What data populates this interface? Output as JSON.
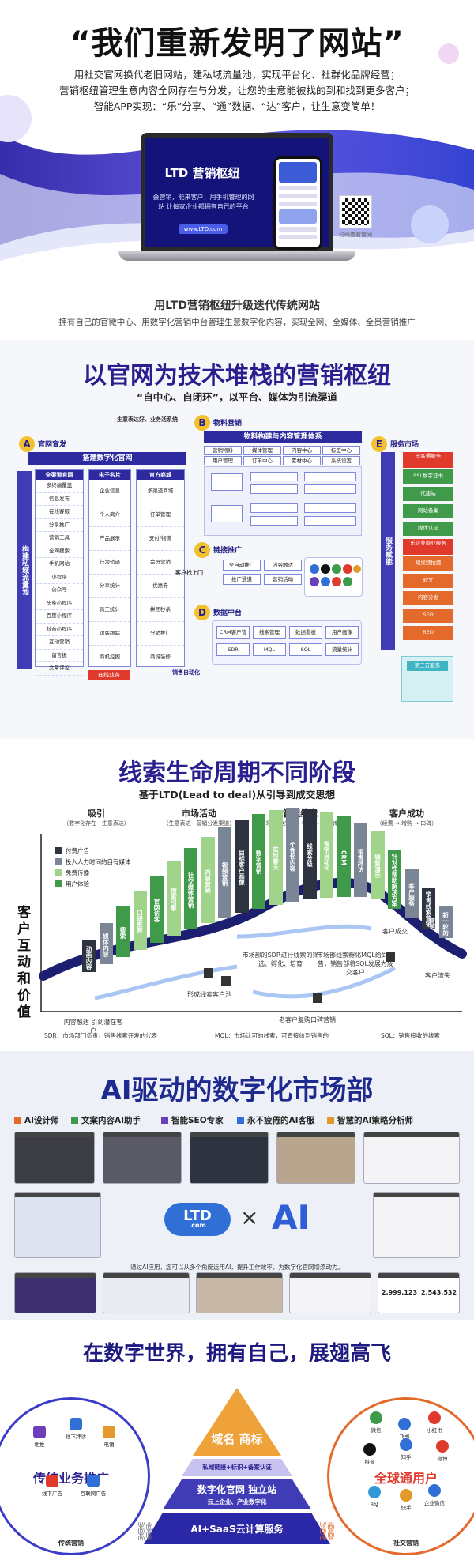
{
  "hero": {
    "title": "“我们重新发明了网站”",
    "intro": [
      "用社交官网换代老旧网站，建私域流量池，实现平台化、社群化品牌经营；",
      "营销枢纽管理生意内容全网存在与分发，让您的生意能被找的到和找到更多客户；",
      "智能APP实现：“乐”分享、“通”数据、“达”客户，让生意变简单！"
    ],
    "screen_title": "LTD 营销枢纽",
    "screen_sub": "会营销，能来客户，用手机管理的网站 让每家企业都拥有自己的平台",
    "screen_url": "www.LTD.com",
    "qr_caption": "扫码查看官网",
    "caption": "用LTD营销枢纽升级迭代传统网站",
    "caption_sub": "拥有自己的官微中心、用数字化营销中台管理生意数字化内容，实现全网、全媒体、全员营销推广"
  },
  "arch": {
    "title": "以官网为技术堆栈的营销枢纽",
    "tagline": "“自中心、自闭环”，以平台、媒体为引流渠道",
    "a_label": "官网宣发",
    "a_header": "搭建数字化官网",
    "a_cols": [
      {
        "title": "全渠道官网",
        "items": [
          "多终端覆盖",
          "信息发布",
          "在线客服",
          "分享推广",
          "营销工具",
          "全网搜索",
          "手机网站",
          "小程序",
          "公众号",
          "头条小程序",
          "百度小程序",
          "抖音小程序",
          "互动营销",
          "留言板",
          "文章评论"
        ]
      },
      {
        "title": "电子名片",
        "items": [
          "企业信息",
          "个人简介",
          "产品展示",
          "行为轨迹",
          "分享统计",
          "员工统计",
          "访客跟踪",
          "商机挖掘"
        ]
      },
      {
        "title": "官方商城",
        "items": [
          "多渠道商城",
          "订单管理",
          "支付/物流",
          "会员营销",
          "优惠券",
          "拼团秒杀",
          "分销推广",
          "商城装修"
        ]
      }
    ],
    "side_label": "构建私域流量池",
    "b_label": "物料营销",
    "b_header": "物料构建与内容管理体系",
    "b_cells": [
      "营销物料",
      "媒体管理",
      "内容中心",
      "标签中心",
      "用户管理",
      "订单中心",
      "素材中心",
      "系统设置"
    ],
    "c_label": "链接推广",
    "c_cells": [
      "全自动推广",
      "内容触达",
      "推广通道",
      "营销活动"
    ],
    "d_label": "数据中台",
    "d_cells": [
      "CRM客户管理",
      "线索管理",
      "数据看板",
      "用户画像",
      "SDR",
      "MQL",
      "SQL",
      "流量统计"
    ],
    "e_label": "服务市场",
    "e_items": [
      "乐客通服务",
      "SSL数字证书",
      "代建站",
      "网站备案",
      "媒体认证",
      "乐企业商业服务",
      "短视频拍摄",
      "软文",
      "内容分发",
      "SEO",
      "REO"
    ],
    "e_side": "服务赋能",
    "e_bottom": "第三方服务",
    "red_label": "在线业务",
    "bottom_label": "销售自动化",
    "channel_label": "客户找上门",
    "top_note": "生意表达好、业务活系统"
  },
  "ltd": {
    "title": "线索生命周期不同阶段",
    "tagline": "基于LTD(Lead to deal)从引导到成交思想",
    "stages": [
      {
        "name": "吸引",
        "sub": "（数字化存在 · 生意表达）"
      },
      {
        "name": "市场活动",
        "sub": "（生意表达 · 营销分发渠道）"
      },
      {
        "name": "管理线索",
        "sub": "（市场活动线索 → 销售 → 订单转化）"
      },
      {
        "name": "客户成功",
        "sub": "（续费 → 增购 → 口碑）"
      }
    ],
    "y_label": "客户互动和价值",
    "legend": [
      "付费广告",
      "投入人力时间的自有媒体",
      "免费传播",
      "用户体验"
    ],
    "legend_colors": [
      "#2d3440",
      "#7a8596",
      "#9fd48a",
      "#3f9a4a"
    ],
    "bars": [
      {
        "t": "动画内容",
        "c": "#2d3440"
      },
      {
        "t": "媒体内容",
        "c": "#7a8596"
      },
      {
        "t": "搜索",
        "c": "#3f9a4a"
      },
      {
        "t": "口碑推荐",
        "c": "#9fd48a"
      },
      {
        "t": "官网访客",
        "c": "#3f9a4a"
      },
      {
        "t": "搜索引擎",
        "c": "#9fd48a"
      },
      {
        "t": "社交媒体营销",
        "c": "#3f9a4a"
      },
      {
        "t": "内容营销",
        "c": "#9fd48a"
      },
      {
        "t": "视频营销",
        "c": "#7a8596"
      },
      {
        "t": "目标客户画像",
        "c": "#2d3440"
      },
      {
        "t": "数字营销",
        "c": "#3f9a4a"
      },
      {
        "t": "实时聊天",
        "c": "#9fd48a"
      },
      {
        "t": "个性化内容",
        "c": "#7a8596"
      },
      {
        "t": "线索分级",
        "c": "#2d3440"
      },
      {
        "t": "营销自动化",
        "c": "#9fd48a"
      },
      {
        "t": "CRM",
        "c": "#3f9a4a"
      },
      {
        "t": "销售拜访",
        "c": "#7a8596"
      },
      {
        "t": "销售演示",
        "c": "#9fd48a"
      },
      {
        "t": "针对性帮助解决方案",
        "c": "#3f9a4a"
      },
      {
        "t": "客户服务",
        "c": "#7a8596"
      },
      {
        "t": "销售线索营销",
        "c": "#2d3440"
      },
      {
        "t": "新一轮的营销",
        "c": "#7a8596"
      }
    ],
    "notes": {
      "pool": "内容触达 引到潜在客户",
      "form": "形成线索客户池",
      "sdr": "市场部的SDR进行线索的筛选、孵化、培育",
      "mql": "市场部线索孵化MQL给到销售，销售部将SQL发展为成交客户",
      "deal": "客户成交",
      "old": "老客户复购口碑营销",
      "churn": "客户流失"
    },
    "footer": [
      "SDR：市场部门负责，销售线索开发的代表",
      "MQL：市场认可的线索，可直接给到销售的",
      "SQL：销售接收的线索"
    ]
  },
  "ai": {
    "title": "AI驱动的数字化市场部",
    "tools": [
      {
        "name": "AI设计师",
        "color": "#e36a2a"
      },
      {
        "name": "文案内容AI助手",
        "color": "#3f9a4a"
      },
      {
        "name": "智能SEO专家",
        "color": "#6a3fb8"
      },
      {
        "name": "永不疲倦的AI客服",
        "color": "#2f6fd6"
      },
      {
        "name": "智慧的AI策略分析师",
        "color": "#e39a2a"
      }
    ],
    "logo": "LTD",
    "logo_sub": ".com",
    "times": "×",
    "ai_word": "AI",
    "ai_text": "通过AI应用，您可以从多个角度运用AI，提升工作效率，为数字化官网增添动力。",
    "stats": [
      "2,999,123",
      "2,543,532"
    ]
  },
  "world": {
    "title": "在数字世界，拥有自己，展翅高飞",
    "left_title": "传统业务推广",
    "left_bottom": "传统营销",
    "left_icons": [
      "地推",
      "线下拜访",
      "电销",
      "线下广告",
      "互联网广告"
    ],
    "right_title": "全球通用户",
    "right_bottom": "社交营销",
    "right_icons": [
      "微信",
      "飞书",
      "小红书",
      "抖音",
      "知乎",
      "微博",
      "B站",
      "快手",
      "企业微信"
    ],
    "pyramid": [
      "域名",
      "商标",
      "私域链接+标识+备案认证",
      "数字化官网",
      "独立站",
      "云上企业、产业数字化",
      "AI+SaaS云计算服务"
    ]
  }
}
